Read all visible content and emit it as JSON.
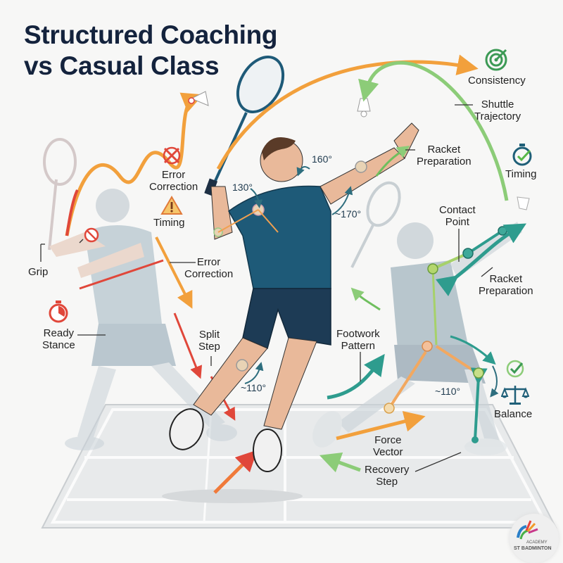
{
  "title": {
    "line1": "Structured Coaching",
    "line2": "vs Casual Class"
  },
  "colors": {
    "title": "#14233d",
    "casual_arrow": "#f2a03c",
    "error_red": "#e0473a",
    "structured_green": "#7cc46a",
    "teal": "#2e9c8e",
    "shirt_blue": "#1e5a78",
    "court": "#e9ebec"
  },
  "casual_side": {
    "labels": {
      "grip": "Grip",
      "error_correction_top": "Error\nCorrection",
      "timing_warning": "Timing",
      "error_correction_mid": "Error\nCorrection",
      "ready_stance": "Ready\nStance",
      "split_step": "Split\nStep"
    },
    "icons": [
      "error-x-icon",
      "warning-triangle-icon",
      "no-entry-icon",
      "stopwatch-icon"
    ]
  },
  "center_player": {
    "angles": {
      "elbow": "130°",
      "shoulder": "160°",
      "arm": "~170°",
      "knee": "~110°"
    }
  },
  "structured_side": {
    "labels": {
      "consistency": "Consistency",
      "shuttle_trajectory": "Shuttle\nTrajectory",
      "racket_preparation_top": "Racket\nPreparation",
      "timing": "Timing",
      "contact_point": "Contact\nPoint",
      "racket_preparation_right": "Racket\nPreparation",
      "footwork_pattern": "Footwork\nPattern",
      "balance": "Balance",
      "force_vector": "Force\nVector",
      "recovery_step": "Recovery\nStep",
      "knee_angle": "~110°"
    },
    "icons": [
      "target-icon",
      "stopwatch-check-icon",
      "checkmark-circle-icon",
      "balance-scale-icon"
    ]
  },
  "logo": {
    "line1": "ACADEMY",
    "line2": "ST BADMINTON"
  }
}
